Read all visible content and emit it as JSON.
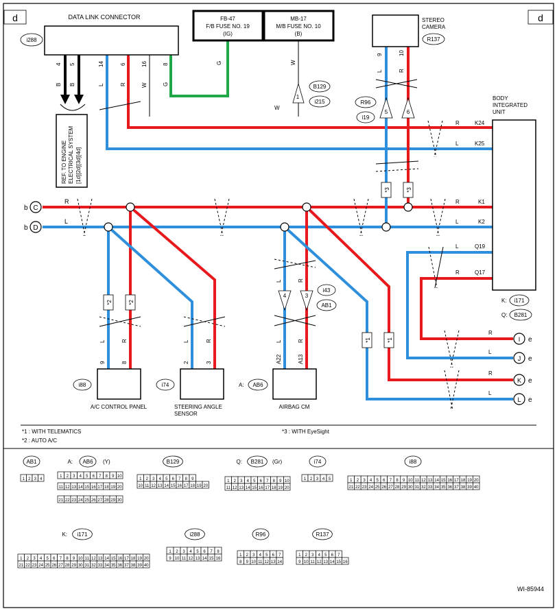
{
  "frame": {
    "left_tag": "d",
    "right_tag": "d",
    "figure_id": "WI-85944"
  },
  "dlc": {
    "title": "DATA LINK CONNECTOR",
    "code": "i288",
    "pins": [
      "4",
      "5",
      "14",
      "6",
      "16",
      "8"
    ],
    "colors": [
      "B",
      "B",
      "L",
      "R",
      "W",
      "G"
    ]
  },
  "ref_box": {
    "lines": [
      "REF. TO ENGINE",
      "ELECTRICAL SYSTEM",
      "[1d][2d][3d][4d]"
    ]
  },
  "fuse1": {
    "name": "FB-47",
    "desc": "F/B FUSE NO. 19",
    "src": "(IG)"
  },
  "fuse2": {
    "name": "MB-17",
    "desc": "M/B FUSE NO. 10",
    "src": "(B)"
  },
  "fuse_wire": {
    "color": "W",
    "pin": "1",
    "codes": [
      "B129",
      "i215"
    ],
    "color2": "W",
    "g": "G"
  },
  "camera": {
    "title1": "STEREO",
    "title2": "CAMERA",
    "code": "R137",
    "pins": [
      "9",
      "10"
    ],
    "colors": [
      "L",
      "R"
    ],
    "conn_codes": [
      "R96",
      "i19"
    ],
    "conn_pins": [
      "5",
      "6"
    ]
  },
  "biu": {
    "title1": "BODY",
    "title2": "INTEGRATED",
    "title3": "UNIT",
    "k_label": "K:",
    "k_code": "i171",
    "q_label": "Q:",
    "q_code": "B281",
    "pins": [
      "K24",
      "K25",
      "K1",
      "K2",
      "Q19",
      "Q17"
    ],
    "colors": [
      "R",
      "L",
      "R",
      "L",
      "L",
      "R"
    ]
  },
  "lines": {
    "c": "C",
    "d": "D",
    "b1": "b",
    "b2": "b",
    "rc": "R",
    "ld": "L"
  },
  "outs": [
    {
      "tag": "I",
      "color": "R",
      "e": "e"
    },
    {
      "tag": "J",
      "color": "L",
      "e": "e"
    },
    {
      "tag": "K",
      "color": "R",
      "e": "e"
    },
    {
      "tag": "L",
      "color": "L",
      "e": "e"
    }
  ],
  "marks": {
    "s1": "*1",
    "s2": "*2",
    "s3": "*3"
  },
  "ac": {
    "code": "i88",
    "label": "A/C CONTROL PANEL",
    "pins": [
      "9",
      "8"
    ],
    "colors": [
      "L",
      "R"
    ]
  },
  "steer": {
    "code": "i74",
    "label1": "STEERING ANGLE",
    "label2": "SENSOR",
    "pins": [
      "2",
      "3"
    ],
    "colors": [
      "L",
      "R"
    ]
  },
  "airbag": {
    "prefix": "A:",
    "code": "AB6",
    "label": "AIRBAG CM",
    "pins": [
      "A22",
      "A13"
    ],
    "colors": [
      "L",
      "R"
    ],
    "conn_pins": [
      "4",
      "3"
    ],
    "conn_codes": [
      "i43",
      "AB1"
    ]
  },
  "notes": [
    "*1  : WITH TELEMATICS",
    "*2  : AUTO A/C",
    "*3  : WITH EyeSight"
  ],
  "connectors": [
    {
      "prefix": "",
      "code": "AB1",
      "suffix": ""
    },
    {
      "prefix": "A:",
      "code": "AB6",
      "suffix": "(Y)"
    },
    {
      "prefix": "",
      "code": "B129",
      "suffix": ""
    },
    {
      "prefix": "Q:",
      "code": "B281",
      "suffix": "(Gr)"
    },
    {
      "prefix": "",
      "code": "i74",
      "suffix": ""
    },
    {
      "prefix": "",
      "code": "i88",
      "suffix": ""
    },
    {
      "prefix": "K:",
      "code": "i171",
      "suffix": ""
    },
    {
      "prefix": "",
      "code": "i288",
      "suffix": ""
    },
    {
      "prefix": "",
      "code": "R96",
      "suffix": ""
    },
    {
      "prefix": "",
      "code": "R137",
      "suffix": ""
    }
  ],
  "pin_rows": {
    "ab1": [
      "1",
      "2",
      "3",
      "4"
    ],
    "ab6_r1": [
      "1",
      "2",
      "3",
      "4",
      "5",
      "6",
      "7",
      "8",
      "9",
      "10"
    ],
    "ab6_r2": [
      "11",
      "12",
      "13",
      "14",
      "15",
      "16",
      "17",
      "18",
      "19",
      "20"
    ],
    "ab6_r3": [
      "21",
      "22",
      "23",
      "24",
      "25",
      "26",
      "27",
      "28",
      "29",
      "30"
    ],
    "b129_r1": [
      "1",
      "2",
      "3",
      "4",
      "5",
      "6",
      "7",
      "8",
      "9"
    ],
    "b129_r2": [
      "10",
      "11",
      "12",
      "13",
      "14",
      "15",
      "16",
      "17",
      "18",
      "19",
      "20"
    ],
    "b281_r1": [
      "1",
      "2",
      "3",
      "4",
      "5",
      "6",
      "7",
      "8",
      "9",
      "10"
    ],
    "b281_r2": [
      "11",
      "12",
      "13",
      "14",
      "15",
      "16",
      "17",
      "18",
      "19",
      "20"
    ],
    "i74": [
      "1",
      "2",
      "3",
      "4",
      "5"
    ],
    "i88_r1": [
      "1",
      "2",
      "3",
      "4",
      "5",
      "6",
      "7",
      "8",
      "9",
      "10",
      "11",
      "12",
      "13",
      "14",
      "15",
      "16",
      "17",
      "18",
      "19",
      "20"
    ],
    "i88_r2": [
      "21",
      "22",
      "23",
      "24",
      "25",
      "26",
      "27",
      "28",
      "29",
      "30",
      "31",
      "32",
      "33",
      "34",
      "35",
      "36",
      "37",
      "38",
      "39",
      "40"
    ],
    "i171_r1": [
      "1",
      "2",
      "3",
      "4",
      "5",
      "6",
      "7",
      "8",
      "9",
      "10",
      "11",
      "12",
      "13",
      "14",
      "15",
      "16",
      "17",
      "18",
      "19",
      "20"
    ],
    "i171_r2": [
      "21",
      "22",
      "23",
      "24",
      "25",
      "26",
      "27",
      "28",
      "29",
      "30",
      "31",
      "32",
      "33",
      "34",
      "35",
      "36",
      "37",
      "38",
      "39",
      "40"
    ],
    "i288_r1": [
      "1",
      "2",
      "3",
      "4",
      "5",
      "6",
      "7",
      "8"
    ],
    "i288_r2": [
      "9",
      "10",
      "11",
      "12",
      "13",
      "14",
      "15",
      "16"
    ],
    "r96_r1": [
      "1",
      "2",
      "3",
      "4",
      "5",
      "6",
      "7"
    ],
    "r96_r2": [
      "8",
      "9",
      "10",
      "11",
      "12",
      "13",
      "14"
    ],
    "r137_r1": [
      "1",
      "2",
      "3",
      "4",
      "5",
      "6",
      "7"
    ],
    "r137_r2": [
      "9",
      "10",
      "11",
      "12",
      "13",
      "14",
      "15",
      "16"
    ]
  }
}
